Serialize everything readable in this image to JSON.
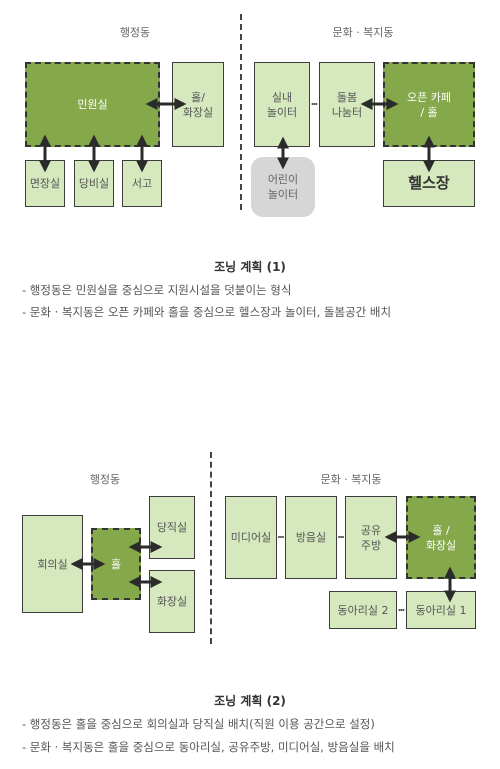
{
  "plan1": {
    "admin_label": "행정동",
    "culture_label": "문화 · 복지동",
    "civil_office": "민원실",
    "hall_restroom": "홀/\n화장실",
    "interview_room": "면장실",
    "duty_room": "당비실",
    "storage": "서고",
    "indoor_play": "실내\n놀이터",
    "care": "돌봄\n나눔터",
    "open_cafe": "오픈 카페\n/ 홀",
    "kids_play": "어린이\n놀이터",
    "health": "헬스장",
    "title": "조닝 계획 (1)",
    "desc1": "- 행정동은 민원실을 중심으로 지원시설을 덧붙이는 형식",
    "desc2": "- 문화 · 복지동은 오픈 카페와 홀을 중심으로 헬스장과 놀이터, 돌봄공간 배치"
  },
  "plan2": {
    "admin_label": "행정동",
    "culture_label": "문화 · 복지동",
    "meeting_room": "회의실",
    "hall": "홀",
    "night_duty": "당직실",
    "restroom": "화장실",
    "media_room": "미디어실",
    "sound_room": "방음실",
    "shared_kitchen": "공유\n주방",
    "hall_restroom": "홀 /\n화장실",
    "club_room_2": "동아리실 2",
    "club_room_1": "동아리실 1",
    "title": "조닝 계획 (2)",
    "desc1": "- 행정동은 홀을 중심으로 회의실과 당직실 배치(직원 이용 공간으로 설정)",
    "desc2": "- 문화 · 복지동은 홀을 중심으로 동아리실, 공유주방, 미디어실, 방음실을 배치"
  },
  "colors": {
    "light_room": "#d6e8bd",
    "core_room": "#84a84a",
    "outdoor": "#d6d6d6"
  }
}
